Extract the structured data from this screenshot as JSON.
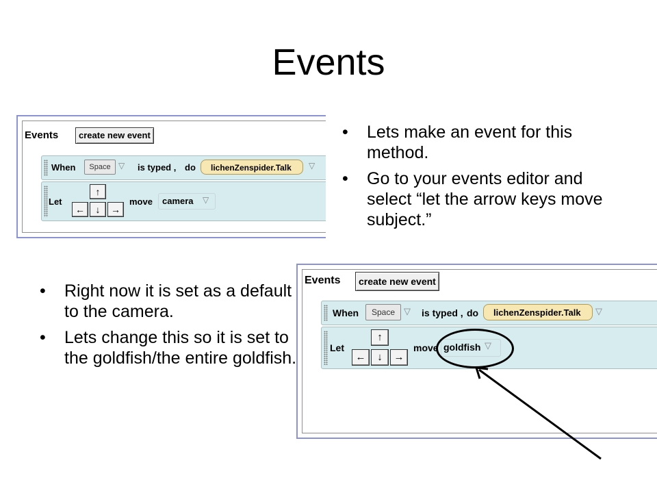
{
  "slide": {
    "title": "Events",
    "bullets_right": [
      "Lets make an event for this method.",
      "Go to your events editor and select “let the arrow keys move subject.”"
    ],
    "bullets_left": [
      "Right now it is set as a default to the camera.",
      "Lets change this so it is set to the goldfish/the entire goldfish."
    ]
  },
  "panel_before": {
    "header": "Events",
    "create_button": "create new event",
    "when_label": "When",
    "key_value": "Space",
    "is_typed_label": "is typed ,",
    "do_label": "do",
    "method": "lichenZenspider.Talk",
    "let_label": "Let",
    "move_label": "move",
    "subject": "camera",
    "arrows": {
      "up": "↑",
      "left": "←",
      "down": "↓",
      "right": "→"
    }
  },
  "panel_after": {
    "header": "Events",
    "create_button": "create new event",
    "when_label": "When",
    "key_value": "Space",
    "is_typed_label": "is typed ,",
    "do_label": "do",
    "method": "lichenZenspider.Talk",
    "let_label": "Let",
    "move_label": "move",
    "subject": "goldfish",
    "arrows": {
      "up": "↑",
      "left": "←",
      "down": "↓",
      "right": "→"
    }
  },
  "icons": {
    "dropdown": "▽"
  },
  "colors": {
    "panel_border": "#8b93d6",
    "block_bg": "#d6ecef",
    "method_bg": "#f7e7b3",
    "highlight": "#000000"
  }
}
